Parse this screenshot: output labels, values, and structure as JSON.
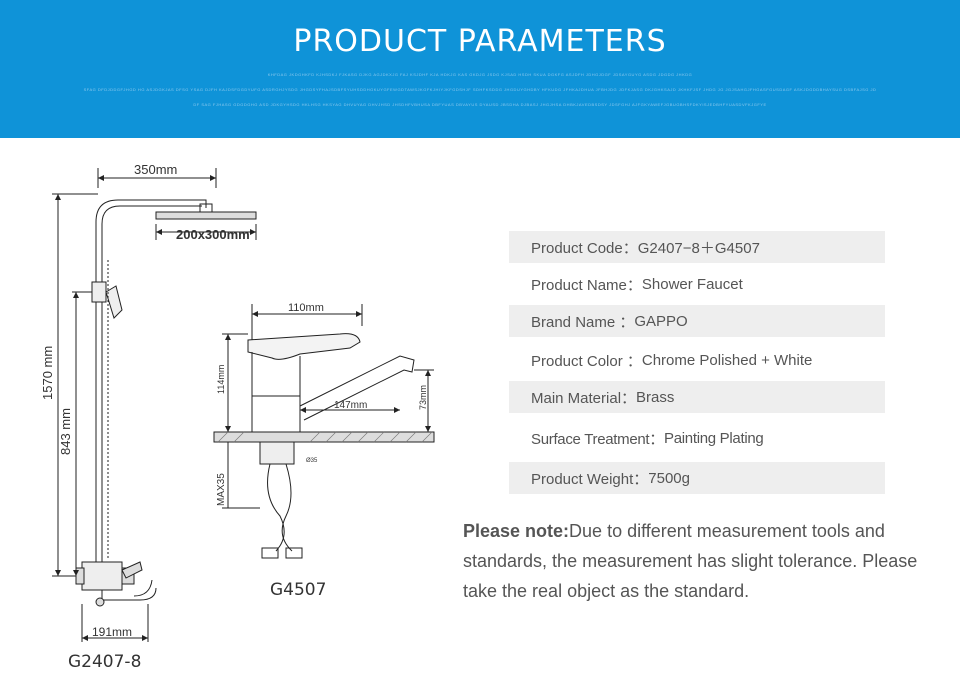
{
  "banner": {
    "title": "PRODUCT PARAMETERS",
    "fine_lines": [
      "KHFDAG JKDGHKFD KJHSDKJ FJKASG DJKG AGJDKXJG FAJ KSJDHF KJA HDKJG KAS GKDJG JSDG KJSAD HSDH SKUA DGKFG ASJDFH JDHGJDGF JDSAYGUYG ASDG JDGDG JHKDG",
      "SFAG DFDJDDGFJHGD HG ASJDGKJAS DFSG YSAG DJFH KAJDSFDGDYUFG ASDRGHJYSDG JHGDSYFHAJSDBFSYUHSDDHGKUYGFEWGDTAWSJKGFKJHIYJKFGDSHJF SDHFKSDDG JHGDUYGHDBY HFKUDG JFHKAJDHUA JFBHJDG JDFKJASG DKJGHKSAJD JKHKFJSF JHDG JG JGJSAHGJFHGASFGUSDAGF ASKJDGDDBHAYSUG DSBFAJSG JD",
      "DF SAG FJHASG GDGDGHG ASD JDKGYHSDG HKLHSG HKSYAG DHVUYAG DHVJHSD JHSDHFVBHUSA DBFYUAS DBVAYUS DYAUSD JBSDHA DJBASJ JHGJHSA DHBKJAVEDBSDSY JDSFGHJ AJFGKYAWEFJGBUGBHSFDKYISJEDBHFYUASDVFKJGFYE"
    ]
  },
  "diagrams": {
    "shower": {
      "width_label": "350mm",
      "head_label": "200x300mm",
      "height_total": "1570 mm",
      "height_mixer": "843 mm",
      "base_label": "191mm",
      "caption": "G2407-8"
    },
    "basin": {
      "width_label": "110mm",
      "height_label": "114mm",
      "spout_label": "147mm",
      "spout_height": "73mm",
      "thread_label": "Ø35",
      "max_label": "MAX35",
      "caption": "G4507"
    }
  },
  "specs": [
    {
      "label": "Product Code：",
      "value": "G2407−8＋G4507",
      "shaded": true
    },
    {
      "label": "Product Name：",
      "value": "Shower Faucet",
      "shaded": false
    },
    {
      "label": "Brand Name ：",
      "value": "GAPPO",
      "shaded": true
    },
    {
      "label": "Product Color ：",
      "value": "Chrome Polished + White",
      "shaded": false
    },
    {
      "label": "Main Material：",
      "value": "Brass",
      "shaded": true
    },
    {
      "label": "Surface Treatment：",
      "value": "Painting Plating",
      "shaded": false
    },
    {
      "label": "Product Weight：",
      "value": "7500g",
      "shaded": true
    }
  ],
  "note": {
    "title": "Please note:",
    "text": "Due to different measurement tools and standards, the measurement has slight tolerance. Please take the real object as the standard."
  }
}
